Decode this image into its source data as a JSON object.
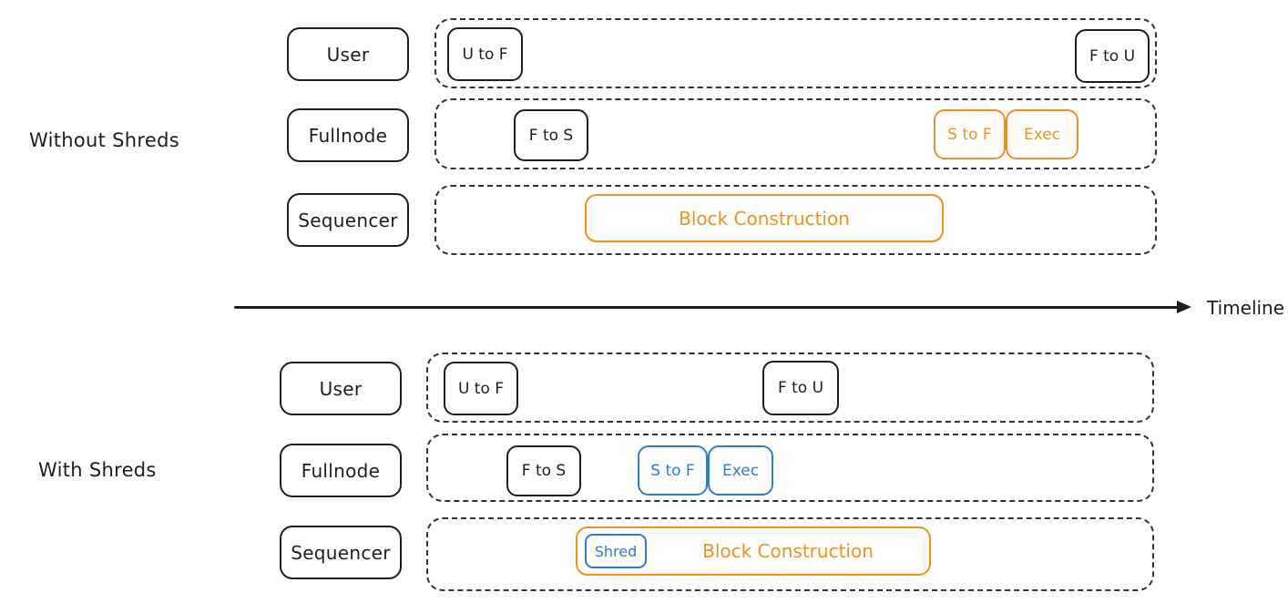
{
  "colors": {
    "ink": "#1e1e1e",
    "orange": "#ea941f",
    "blue": "#2f7dd1"
  },
  "timeline": {
    "label": "Timeline"
  },
  "sections": [
    {
      "label": "Without Shreds",
      "lanes": [
        {
          "name": "User",
          "events": {
            "u_to_f": "U to F",
            "f_to_u": "F to U"
          }
        },
        {
          "name": "Fullnode",
          "events": {
            "f_to_s": "F to S",
            "s_to_f": "S to F",
            "exec": "Exec"
          }
        },
        {
          "name": "Sequencer",
          "events": {
            "block_construction": "Block Construction"
          }
        }
      ]
    },
    {
      "label": "With Shreds",
      "lanes": [
        {
          "name": "User",
          "events": {
            "u_to_f": "U to F",
            "f_to_u": "F to U"
          }
        },
        {
          "name": "Fullnode",
          "events": {
            "f_to_s": "F to S",
            "s_to_f": "S to F",
            "exec": "Exec"
          }
        },
        {
          "name": "Sequencer",
          "events": {
            "shred": "Shred",
            "block_construction": "Block Construction"
          }
        }
      ]
    }
  ]
}
